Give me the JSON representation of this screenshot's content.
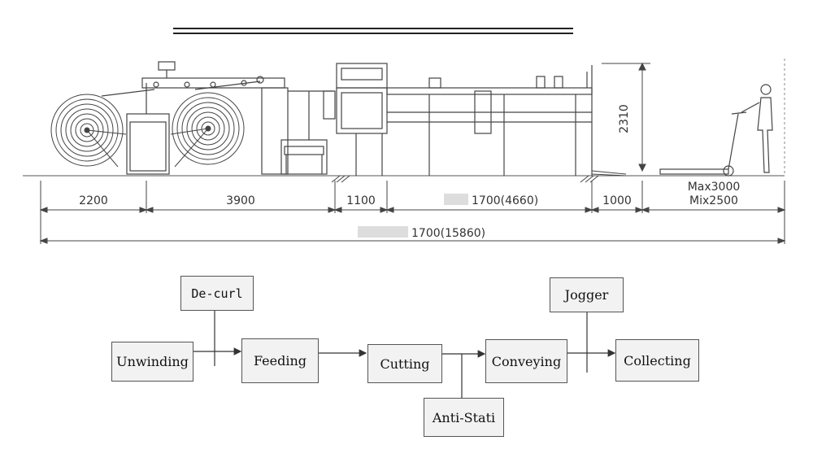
{
  "dimensions": {
    "segments": [
      "2200",
      "3900",
      "1100",
      "1700(4660)",
      "1000"
    ],
    "height": "2310",
    "max": "Max3000",
    "min": "Mix2500",
    "total": "1700(15860)"
  },
  "flow": {
    "unwinding": "Unwinding",
    "decurl": "De-curl",
    "feeding": "Feeding",
    "cutting": "Cutting",
    "antistatic": "Anti-Stati",
    "conveying": "Conveying",
    "jogger": "Jogger",
    "collecting": "Collecting"
  }
}
